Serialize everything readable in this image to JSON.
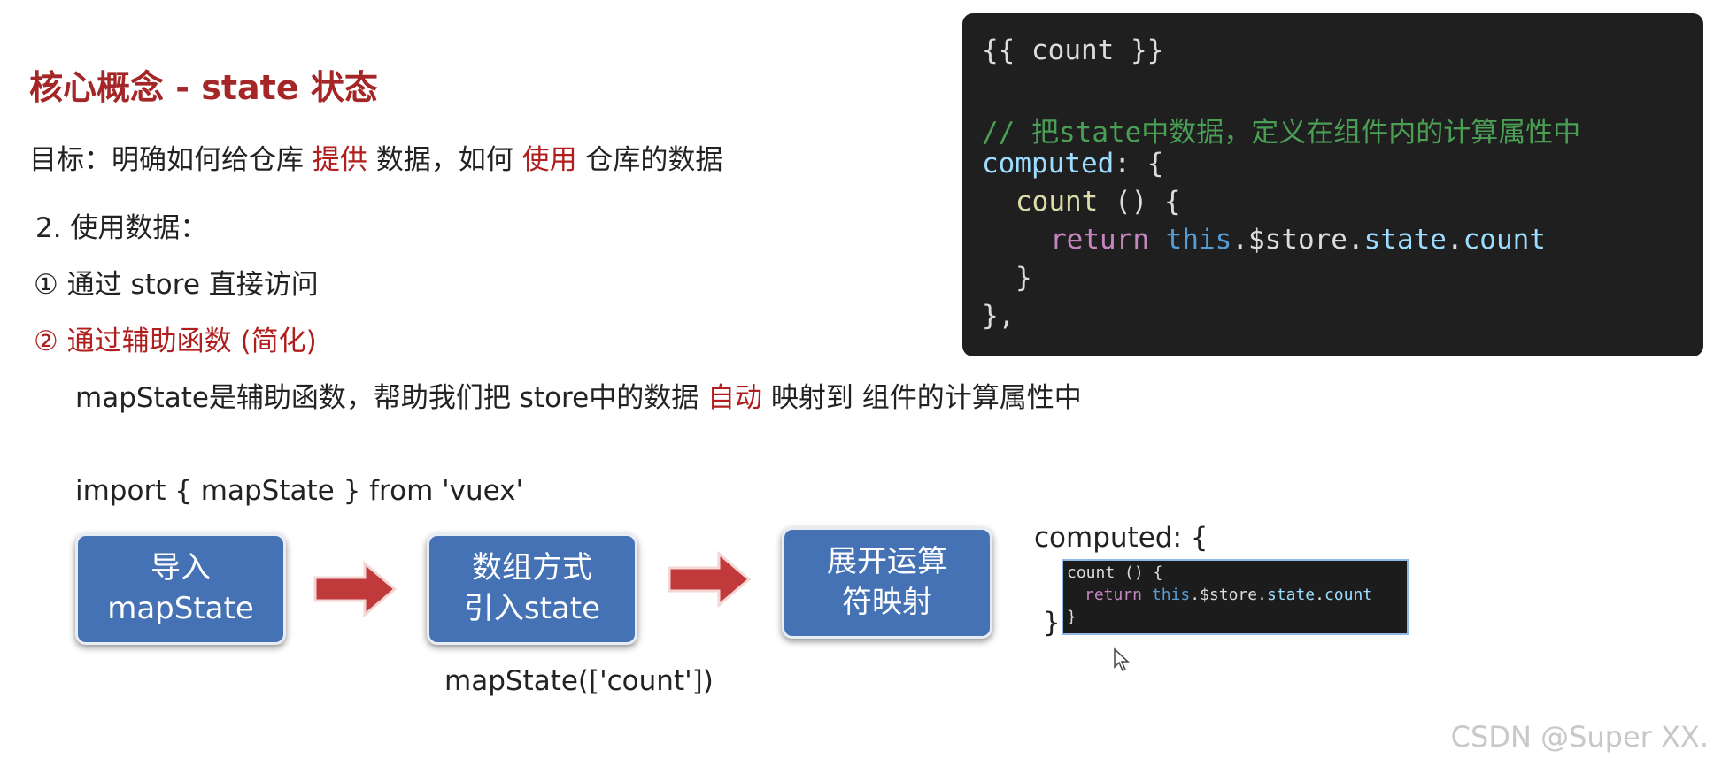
{
  "slide": {
    "title": "核心概念 - state 状态",
    "goal": {
      "prefix": "目标：明确如何给仓库 ",
      "highlight1": "提供",
      "middle": " 数据，如何 ",
      "highlight2": "使用",
      "suffix": " 仓库的数据"
    },
    "step_label": "2. 使用数据：",
    "option1": "① 通过 store 直接访问",
    "option2": "② 通过辅助函数 (简化)",
    "description": {
      "prefix": "mapState是辅助函数，帮助我们把 store中的数据 ",
      "highlight": "自动",
      "suffix": " 映射到 组件的计算属性中"
    },
    "import_line": "import { mapState } from 'vuex'",
    "flow": {
      "box1": [
        "导入",
        "mapState"
      ],
      "box2": [
        "数组方式",
        "引入state"
      ],
      "box3": [
        "展开运算",
        "符映射"
      ],
      "map_call": "mapState(['count'])"
    },
    "computed_label": "computed: {",
    "closing_brace": "}",
    "small_code": {
      "line1": "count () {",
      "line2_kw": "return",
      "line2_this": "this",
      "line2_rest": ".$store.",
      "line2_state": "state",
      "line2_dot": ".",
      "line2_count": "count",
      "line3": "}"
    }
  },
  "code_panel": {
    "line1": "{{ count }}",
    "comment": "// 把state中数据，定义在组件内的计算属性中",
    "computed_kw": "computed",
    "computed_rest": ": {",
    "count_fn": "count",
    "count_rest": " () {",
    "return_kw": "return",
    "this_kw": "this",
    "store_part": ".$store.",
    "state_part": "state",
    "dot": ".",
    "count_part": "count",
    "close_inner": "}",
    "close_outer": "},"
  },
  "watermark": "CSDN @Super XX.",
  "colors": {
    "title_red": "#a52626",
    "highlight_red": "#b01e1e",
    "box_blue": "#4472b5",
    "arrow_red": "#c0393b",
    "code_bg": "#1f1f1f"
  }
}
